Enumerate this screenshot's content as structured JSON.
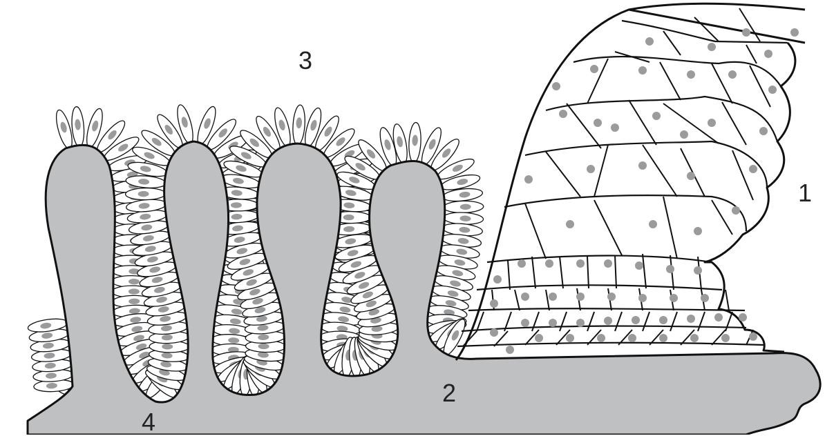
{
  "diagram": {
    "labels": [
      {
        "id": "label-1",
        "text": "1"
      },
      {
        "id": "label-2",
        "text": "2"
      },
      {
        "id": "label-3",
        "text": "3"
      },
      {
        "id": "label-4",
        "text": "4"
      }
    ],
    "colors": {
      "connective_tissue": "#bfc0c2",
      "nucleus": "#9a9b9d",
      "line": "#111111",
      "cell_fill": "#ffffff"
    }
  }
}
